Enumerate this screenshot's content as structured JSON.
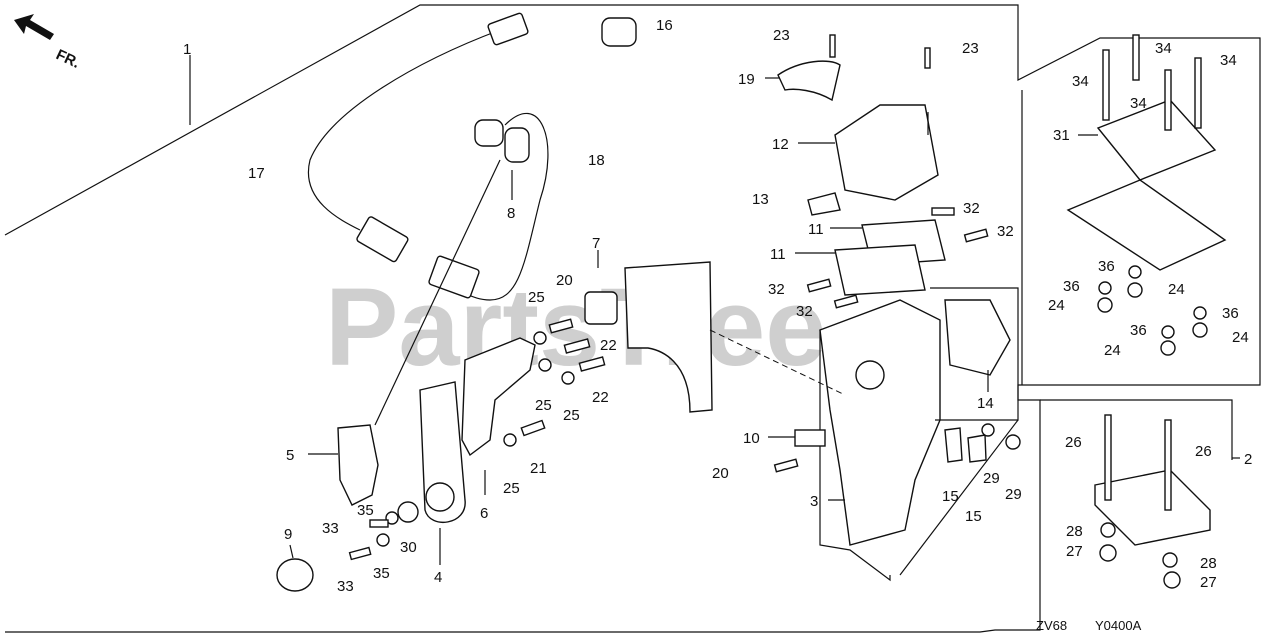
{
  "orientation": {
    "label": "FR."
  },
  "watermark": "PartsTree",
  "codes": {
    "left": "ZV68",
    "right": "Y0400A"
  },
  "callouts": [
    {
      "id": "c1",
      "text": "1"
    },
    {
      "id": "c16",
      "text": "16"
    },
    {
      "id": "c17",
      "text": "17"
    },
    {
      "id": "c18",
      "text": "18"
    },
    {
      "id": "c8",
      "text": "8"
    },
    {
      "id": "c7",
      "text": "7"
    },
    {
      "id": "c20a",
      "text": "20"
    },
    {
      "id": "c25a",
      "text": "25"
    },
    {
      "id": "c22a",
      "text": "22"
    },
    {
      "id": "c25b",
      "text": "25"
    },
    {
      "id": "c25c",
      "text": "25"
    },
    {
      "id": "c22b",
      "text": "22"
    },
    {
      "id": "c21",
      "text": "21"
    },
    {
      "id": "c25d",
      "text": "25"
    },
    {
      "id": "c5",
      "text": "5"
    },
    {
      "id": "c35a",
      "text": "35"
    },
    {
      "id": "c6",
      "text": "6"
    },
    {
      "id": "c33a",
      "text": "33"
    },
    {
      "id": "c30",
      "text": "30"
    },
    {
      "id": "c9",
      "text": "9"
    },
    {
      "id": "c35b",
      "text": "35"
    },
    {
      "id": "c33b",
      "text": "33"
    },
    {
      "id": "c4",
      "text": "4"
    },
    {
      "id": "c23a",
      "text": "23"
    },
    {
      "id": "c23b",
      "text": "23"
    },
    {
      "id": "c19",
      "text": "19"
    },
    {
      "id": "c12",
      "text": "12"
    },
    {
      "id": "c13",
      "text": "13"
    },
    {
      "id": "c11a",
      "text": "11"
    },
    {
      "id": "c32a",
      "text": "32"
    },
    {
      "id": "c11b",
      "text": "11"
    },
    {
      "id": "c32b",
      "text": "32"
    },
    {
      "id": "c32c",
      "text": "32"
    },
    {
      "id": "c32d",
      "text": "32"
    },
    {
      "id": "c14",
      "text": "14"
    },
    {
      "id": "c10",
      "text": "10"
    },
    {
      "id": "c20b",
      "text": "20"
    },
    {
      "id": "c3",
      "text": "3"
    },
    {
      "id": "c15a",
      "text": "15"
    },
    {
      "id": "c29a",
      "text": "29"
    },
    {
      "id": "c29b",
      "text": "29"
    },
    {
      "id": "c15b",
      "text": "15"
    },
    {
      "id": "c34a",
      "text": "34"
    },
    {
      "id": "c34b",
      "text": "34"
    },
    {
      "id": "c34c",
      "text": "34"
    },
    {
      "id": "c34d",
      "text": "34"
    },
    {
      "id": "c31",
      "text": "31"
    },
    {
      "id": "c36a",
      "text": "36"
    },
    {
      "id": "c24a",
      "text": "24"
    },
    {
      "id": "c36b",
      "text": "36"
    },
    {
      "id": "c24b",
      "text": "24"
    },
    {
      "id": "c36c",
      "text": "36"
    },
    {
      "id": "c24c",
      "text": "24"
    },
    {
      "id": "c36d",
      "text": "36"
    },
    {
      "id": "c24d",
      "text": "24"
    },
    {
      "id": "c2",
      "text": "2"
    },
    {
      "id": "c26a",
      "text": "26"
    },
    {
      "id": "c26b",
      "text": "26"
    },
    {
      "id": "c28a",
      "text": "28"
    },
    {
      "id": "c27a",
      "text": "27"
    },
    {
      "id": "c28b",
      "text": "28"
    },
    {
      "id": "c27b",
      "text": "27"
    }
  ]
}
